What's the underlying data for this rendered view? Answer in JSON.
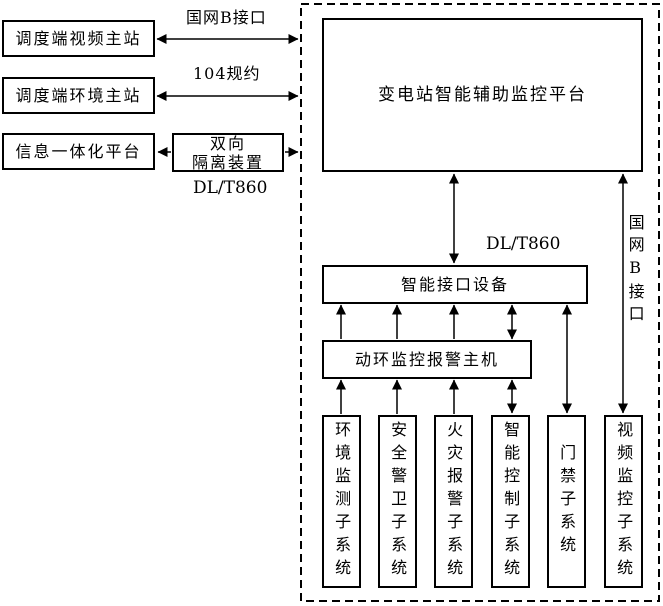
{
  "diagram": {
    "colors": {
      "line": "#000000",
      "background": "#ffffff"
    },
    "left_stations": [
      {
        "label": "调度端视频主站"
      },
      {
        "label": "调度端环境主站"
      },
      {
        "label": "信息一体化平台"
      }
    ],
    "isolation_device": {
      "line1": "双向",
      "line2": "隔离装置"
    },
    "links": {
      "video_link_label": "国网B接口",
      "env_link_label": "104规约",
      "isolation_protocol_label": "DL/T860",
      "platform_interface_label": "DL/T860",
      "video_subsystem_link_label": "国网B接口"
    },
    "platform_label": "变电站智能辅助监控平台",
    "interface_device_label": "智能接口设备",
    "alarm_host_label": "动环监控报警主机",
    "subsystems": [
      {
        "label": "环境监测子系统"
      },
      {
        "label": "安全警卫子系统"
      },
      {
        "label": "火灾报警子系统"
      },
      {
        "label": "智能控制子系统"
      },
      {
        "label": "门禁子系统"
      },
      {
        "label": "视频监控子系统"
      }
    ]
  }
}
